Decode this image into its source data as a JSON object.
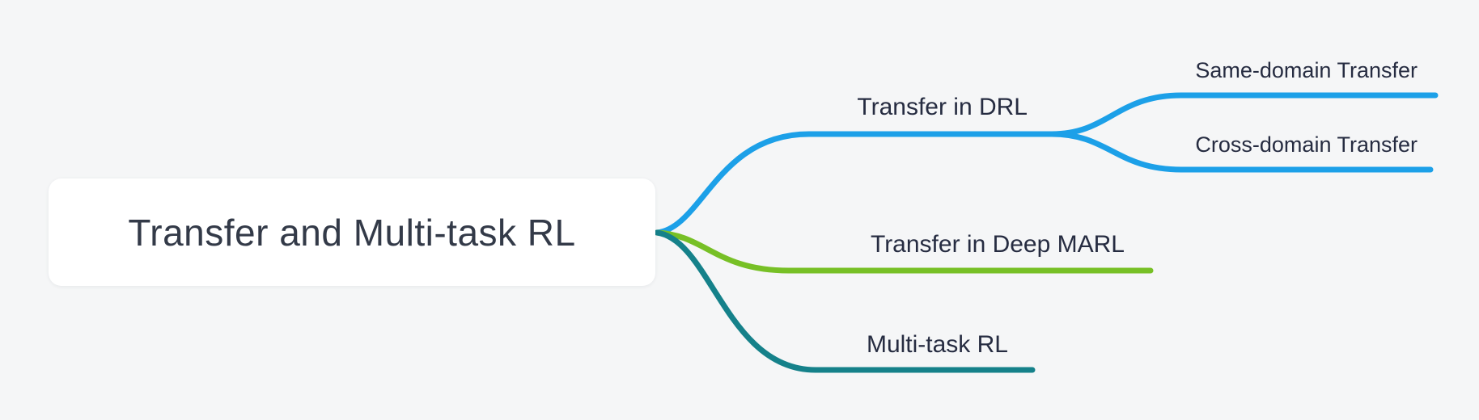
{
  "canvas": {
    "background_color": "#f5f6f7"
  },
  "mindmap": {
    "root": {
      "label": "Transfer and Multi-task RL",
      "box_color": "#ffffff",
      "text_color": "#333a48"
    },
    "branches": [
      {
        "label": "Transfer in DRL",
        "color": "#1ca0e8",
        "children": [
          {
            "label": "Same-domain Transfer"
          },
          {
            "label": "Cross-domain Transfer"
          }
        ]
      },
      {
        "label": "Transfer in Deep MARL",
        "color": "#77c026",
        "children": []
      },
      {
        "label": "Multi-task RL",
        "color": "#15818a",
        "children": []
      }
    ]
  }
}
